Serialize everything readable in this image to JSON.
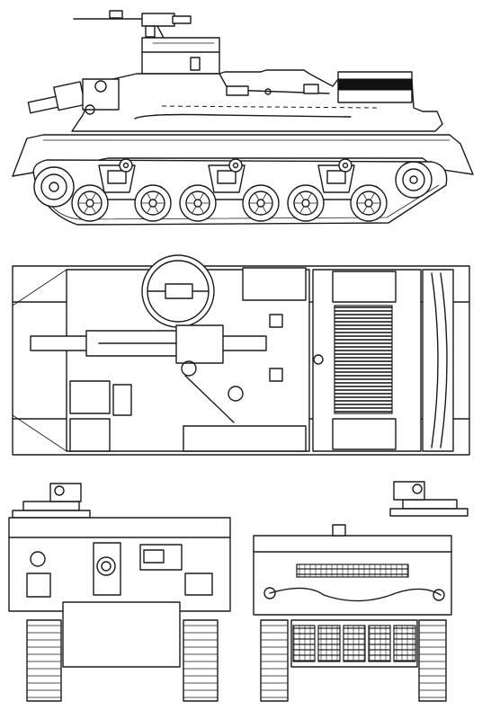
{
  "drawing": {
    "views": [
      {
        "id": "side",
        "kind": "side-elevation"
      },
      {
        "id": "top",
        "kind": "plan"
      },
      {
        "id": "front",
        "kind": "front-elevation"
      },
      {
        "id": "rear",
        "kind": "rear-elevation"
      }
    ],
    "colors": {
      "ink": "#1a1a1a",
      "paper": "#ffffff",
      "fill": "#111111"
    }
  },
  "side_view": {
    "road_wheels": 6,
    "return_rollers": 3,
    "bogies": 3
  },
  "rear_view": {
    "grille_panels": 5
  }
}
